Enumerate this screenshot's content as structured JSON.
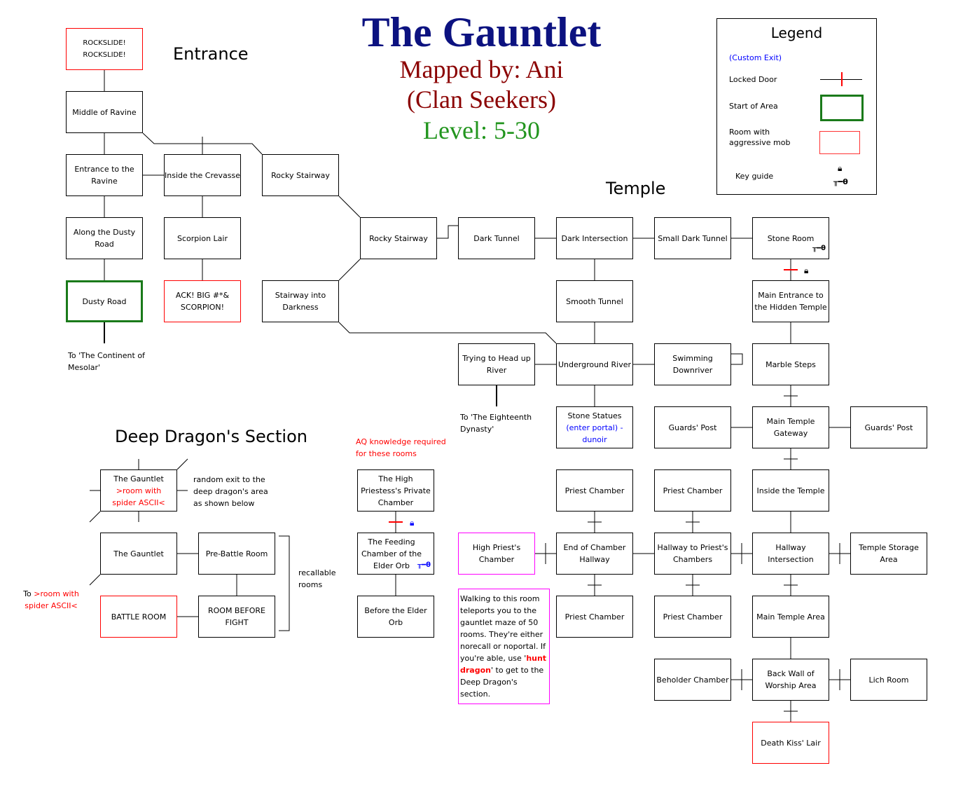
{
  "title": "The Gauntlet",
  "subtitle1": "Mapped by: Ani",
  "subtitle2": "(Clan Seekers)",
  "level": "Level: 5-30",
  "sections": {
    "entrance": "Entrance",
    "temple": "Temple",
    "deep_dragon": "Deep Dragon's Section"
  },
  "legend": {
    "title": "Legend",
    "custom_exit": "(Custom Exit)",
    "locked_door": "Locked Door",
    "start_of_area": "Start of Area",
    "aggressive_mob": "Room with aggressive mob",
    "key_guide": "Key guide",
    "colors": {
      "start": "#1a7a1a",
      "mob": "#ff0000",
      "locked": "#ff0000",
      "custom": "#0000ff",
      "aq": "#ff00ff"
    }
  },
  "rooms": {
    "rockslide": {
      "label": "ROCKSLIDE! ROCKSLIDE!"
    },
    "middle_ravine": {
      "label": "Middle of Ravine"
    },
    "entrance_ravine": {
      "label": "Entrance to the Ravine"
    },
    "inside_crevasse": {
      "label": "Inside the Crevasse"
    },
    "rocky_stairway_1": {
      "label": "Rocky Stairway"
    },
    "along_dusty": {
      "label": "Along the Dusty Road"
    },
    "scorpion_lair": {
      "label": "Scorpion Lair"
    },
    "rocky_stairway_2": {
      "label": "Rocky Stairway"
    },
    "dark_tunnel": {
      "label": "Dark Tunnel"
    },
    "dark_intersection": {
      "label": "Dark Intersection"
    },
    "small_dark_tunnel": {
      "label": "Small Dark Tunnel"
    },
    "stone_room": {
      "label": "Stone Room"
    },
    "dusty_road": {
      "label": "Dusty Road"
    },
    "ack": {
      "label": "ACK!  BIG #*& SCORPION!"
    },
    "stairway_darkness": {
      "label": "Stairway into Darkness"
    },
    "smooth_tunnel": {
      "label": "Smooth Tunnel"
    },
    "main_entrance": {
      "label": "Main Entrance to the Hidden Temple"
    },
    "trying_head_up": {
      "label": "Trying to Head up River"
    },
    "underground_river": {
      "label": "Underground River"
    },
    "swimming_downriver": {
      "label": "Swimming Downriver"
    },
    "marble_steps": {
      "label": "Marble Steps"
    },
    "stone_statues": {
      "label": "Stone Statues",
      "sub": "(enter portal) - dunoir"
    },
    "guards_post_1": {
      "label": "Guards' Post"
    },
    "main_gateway": {
      "label": "Main Temple Gateway"
    },
    "guards_post_2": {
      "label": "Guards' Post"
    },
    "priest_chamber_1": {
      "label": "Priest Chamber"
    },
    "priest_chamber_2": {
      "label": "Priest Chamber"
    },
    "inside_temple": {
      "label": "Inside the Temple"
    },
    "high_priest": {
      "label": "High Priest's Chamber"
    },
    "end_hallway": {
      "label": "End of Chamber Hallway"
    },
    "hallway_priests": {
      "label": "Hallway to Priest's Chambers"
    },
    "hallway_intersection": {
      "label": "Hallway Intersection"
    },
    "temple_storage": {
      "label": "Temple Storage Area"
    },
    "priest_chamber_3": {
      "label": "Priest Chamber"
    },
    "priest_chamber_4": {
      "label": "Priest Chamber"
    },
    "main_temple_area": {
      "label": "Main Temple Area"
    },
    "beholder": {
      "label": "Beholder Chamber"
    },
    "back_wall": {
      "label": "Back Wall of Worship Area"
    },
    "lich": {
      "label": "Lich Room"
    },
    "death_kiss": {
      "label": "Death Kiss' Lair"
    },
    "high_priestess": {
      "label": "The High Priestess's Private Chamber"
    },
    "feeding_chamber": {
      "label": "The Feeding Chamber of the Elder Orb"
    },
    "before_orb": {
      "label": "Before the Elder Orb"
    },
    "gauntlet_spider": {
      "label": "The Gauntlet",
      "sub": ">room with spider ASCII<"
    },
    "gauntlet": {
      "label": "The Gauntlet"
    },
    "pre_battle": {
      "label": "Pre-Battle Room"
    },
    "battle_room": {
      "label": "BATTLE ROOM"
    },
    "room_before_fight": {
      "label": "ROOM BEFORE FIGHT"
    }
  },
  "notes": {
    "continent": "To 'The Continent of Mesolar'",
    "eighteenth": "To 'The Eighteenth Dynasty'",
    "aq": "AQ knowledge required for these rooms",
    "random_exit": "random exit to the deep dragon's area as shown below",
    "recallable": "recallable rooms",
    "to_prefix": "To ",
    "to_spider": ">room with spider ASCII<",
    "walk_1": "Walking to this room teleports you to the gauntlet maze of 50 rooms. They're either norecall or noportal. If you're able, use '",
    "walk_cmd": "hunt dragon",
    "walk_2": "' to get to the Deep Dragon's section."
  }
}
